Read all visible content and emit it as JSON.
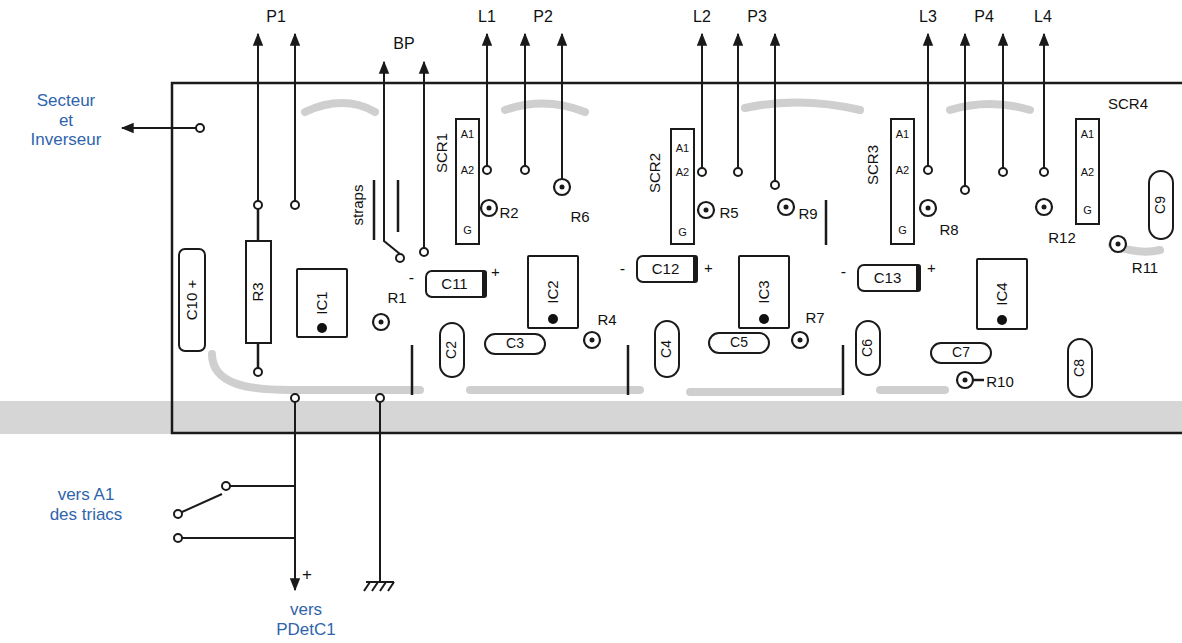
{
  "diagram": {
    "nodes": [
      {
        "text": [
          "C10 +"
        ]
      },
      {
        "text": [
          "R3"
        ]
      },
      {
        "text": [
          "IC1"
        ]
      },
      {
        "text": [
          "SCR1",
          "A1",
          "A2",
          "G"
        ]
      },
      {
        "text": [
          "-",
          "C11",
          "+"
        ]
      },
      {
        "text": [
          "C2"
        ]
      },
      {
        "text": [
          "C3"
        ]
      },
      {
        "text": [
          "IC2"
        ]
      },
      {
        "text": [
          "SCR2",
          "A1",
          "A2",
          "G"
        ]
      },
      {
        "text": [
          "-",
          "C12",
          "+"
        ]
      },
      {
        "text": [
          "C4"
        ]
      },
      {
        "text": [
          "C5"
        ]
      },
      {
        "text": [
          "IC3"
        ]
      },
      {
        "text": [
          "SCR3",
          "A1",
          "A2",
          "G"
        ]
      },
      {
        "text": [
          "-",
          "C13",
          "+"
        ]
      },
      {
        "text": [
          "C6"
        ]
      },
      {
        "text": [
          "C7"
        ]
      },
      {
        "text": [
          "IC4"
        ]
      },
      {
        "text": [
          "C8"
        ]
      },
      {
        "text": [
          "SCR4",
          "A1",
          "A2",
          "G"
        ]
      },
      {
        "text": [
          "C9"
        ]
      }
    ],
    "labels": [
      "Secteur et Inverseur",
      "P1",
      "BP",
      "L1",
      "P2",
      "L2",
      "P3",
      "L3",
      "P4",
      "L4",
      "straps",
      "R1",
      "R2",
      "R6",
      "R4",
      "R5",
      "R9",
      "R7",
      "R8",
      "R12",
      "R11",
      "R10",
      "vers A1 des triacs",
      "+",
      "vers PDetC1"
    ]
  }
}
